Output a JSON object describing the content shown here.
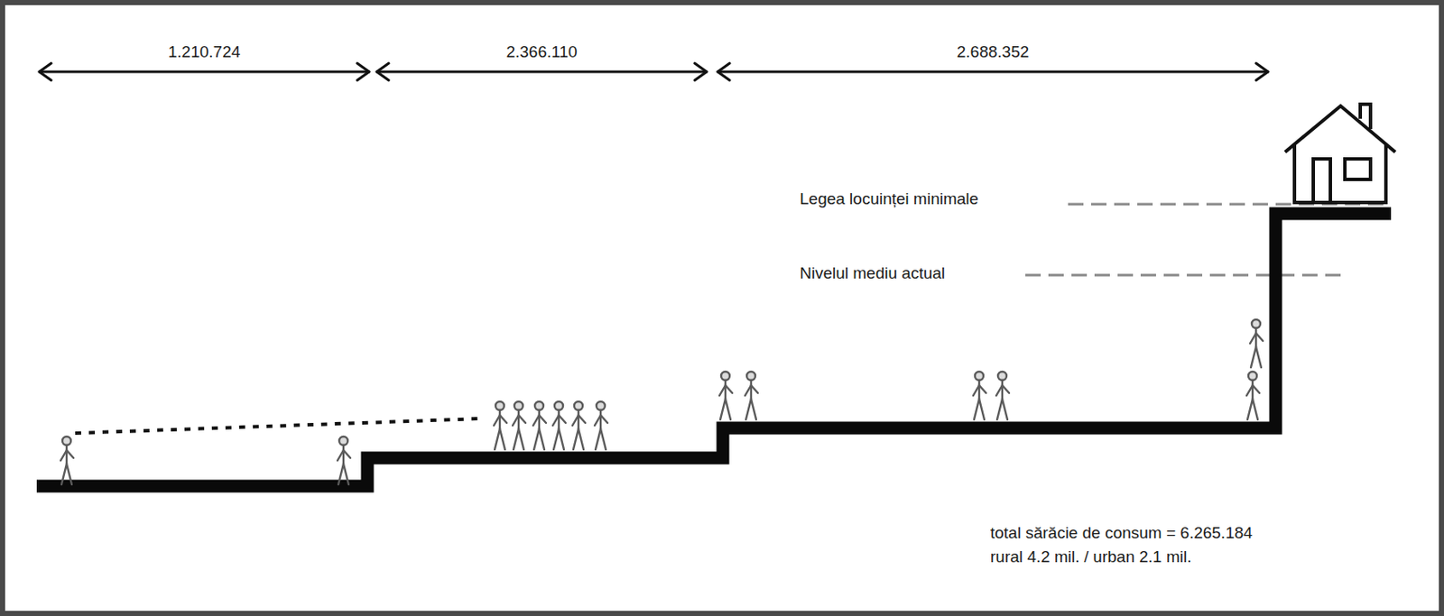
{
  "diagram": {
    "labels": [
      "1.210.724",
      "2.366.110",
      "2.688.352",
      "Legea locuinței minimale",
      "Nivelul mediu actual",
      "total sărăcie de consum = 6.265.184",
      "rural 4.2 mil. / urban 2.1 mil."
    ]
  }
}
